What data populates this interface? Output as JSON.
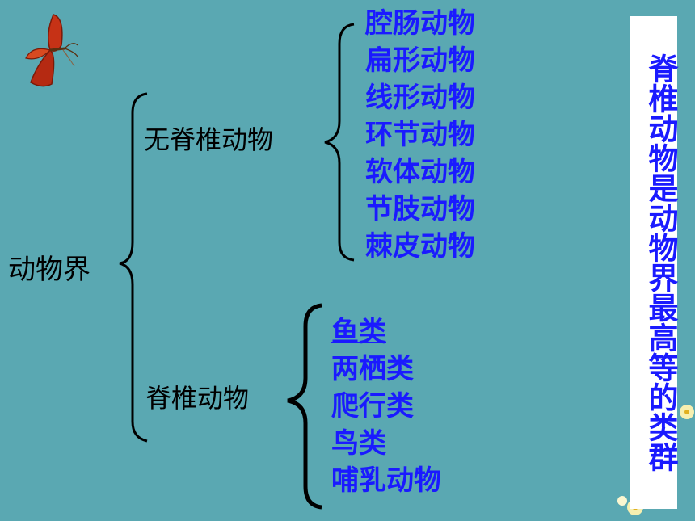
{
  "diagram": {
    "root": "动物界",
    "invertebrates": {
      "label": "无脊椎动物",
      "items": [
        "腔肠动物",
        "扁形动物",
        "线形动物",
        "环节动物",
        "软体动物",
        "节肢动物",
        "棘皮动物"
      ]
    },
    "vertebrates": {
      "label": "脊椎动物",
      "items": [
        "鱼类",
        "两栖类",
        "爬行类",
        "鸟类",
        "哺乳动物"
      ]
    }
  },
  "side_note": "脊椎动物是动物界最高等的类群",
  "colors": {
    "background": "#5aa8b2",
    "accent_text": "#1a1aff",
    "note_background": "#ffffff"
  },
  "icons": [
    "butterfly-icon",
    "flower-decoration-icon"
  ]
}
